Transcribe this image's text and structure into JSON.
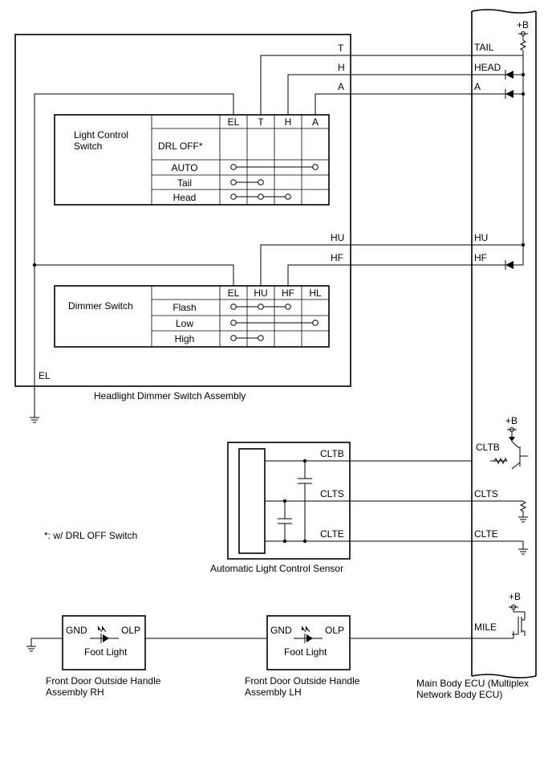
{
  "headlight_assembly": {
    "title": "Headlight Dimmer Switch Assembly",
    "el_ground_label": "EL",
    "wire_labels": {
      "t": "T",
      "h": "H",
      "a": "A",
      "hu": "HU",
      "hf": "HF"
    },
    "light_control": {
      "title_line1": "Light Control",
      "title_line2": "Switch",
      "columns": [
        "EL",
        "T",
        "H",
        "A"
      ],
      "rows": [
        "DRL OFF*",
        "AUTO",
        "Tail",
        "Head"
      ]
    },
    "dimmer": {
      "title": "Dimmer Switch",
      "columns": [
        "EL",
        "HU",
        "HF",
        "HL"
      ],
      "rows": [
        "Flash",
        "Low",
        "High"
      ]
    }
  },
  "ecu": {
    "title_line1": "Main Body ECU (Multiplex",
    "title_line2": "Network Body ECU)",
    "terminals": {
      "tail": "TAIL",
      "head": "HEAD",
      "a": "A",
      "hu": "HU",
      "hf": "HF",
      "cltb": "CLTB",
      "clts": "CLTS",
      "clte": "CLTE",
      "mile": "MILE"
    },
    "supply": "+B"
  },
  "sensor": {
    "title": "Automatic Light Control Sensor",
    "terminals": {
      "cltb": "CLTB",
      "clts": "CLTS",
      "clte": "CLTE"
    }
  },
  "footnote": "*: w/ DRL OFF Switch",
  "foot_light_rh": {
    "gnd": "GND",
    "olp": "OLP",
    "name": "Foot Light",
    "title_line1": "Front Door Outside Handle",
    "title_line2": "Assembly RH"
  },
  "foot_light_lh": {
    "gnd": "GND",
    "olp": "OLP",
    "name": "Foot Light",
    "title_line1": "Front Door Outside Handle",
    "title_line2": "Assembly LH"
  }
}
